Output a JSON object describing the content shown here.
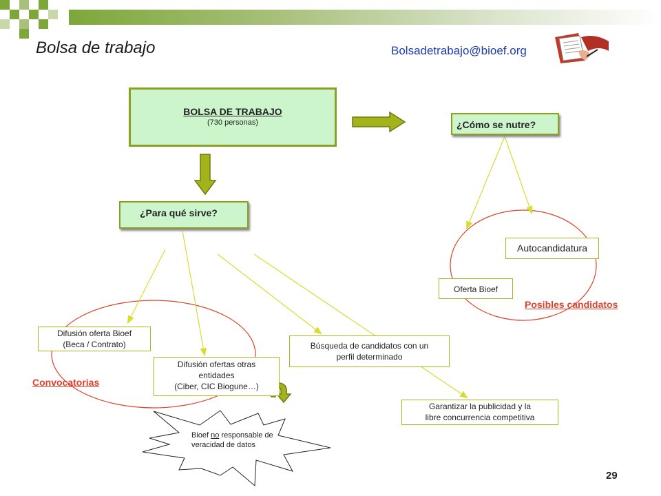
{
  "title": "Bolsa de trabajo",
  "email": "Bolsadetrabajo@bioef.org",
  "main_box": {
    "title": "BOLSA DE TRABAJO",
    "subtitle": "(730 personas)"
  },
  "questions": {
    "purpose": "¿Para qué sirve?",
    "source": "¿Cómo se nutre?"
  },
  "nodes": {
    "difusion_bioef_line1": "Difusión oferta Bioef",
    "difusion_bioef_line2": "(Beca / Contrato)",
    "difusion_otras_line1": "Difusión ofertas otras",
    "difusion_otras_line2": "entidades",
    "difusion_otras_line3": "(Ciber, CIC Biogune…)",
    "busqueda_line1": "Búsqueda de candidatos con un",
    "busqueda_line2": "perfil determinado",
    "garantizar_line1": "Garantizar la publicidad  y la",
    "garantizar_line2": "libre concurrencia competitiva",
    "autocandidatura": "Autocandidatura",
    "oferta_bioef": "Oferta Bioef"
  },
  "labels": {
    "convocatorias": "Convocatorias",
    "posibles": "Posibles candidatos"
  },
  "note": {
    "pre": "Bioef ",
    "emph": "no",
    "post": " responsable de",
    "line2": "veracidad de datos"
  },
  "page_number": "29",
  "icons": [
    "document-signing-icon",
    "curved-arrow-icon"
  ],
  "colors": {
    "accent_green": "#8aa020",
    "box_fill": "#ccf5cc",
    "ellipse_red": "#e0402c",
    "arrow_fill": "#a3b41a",
    "link_blue": "#1a3faa"
  }
}
